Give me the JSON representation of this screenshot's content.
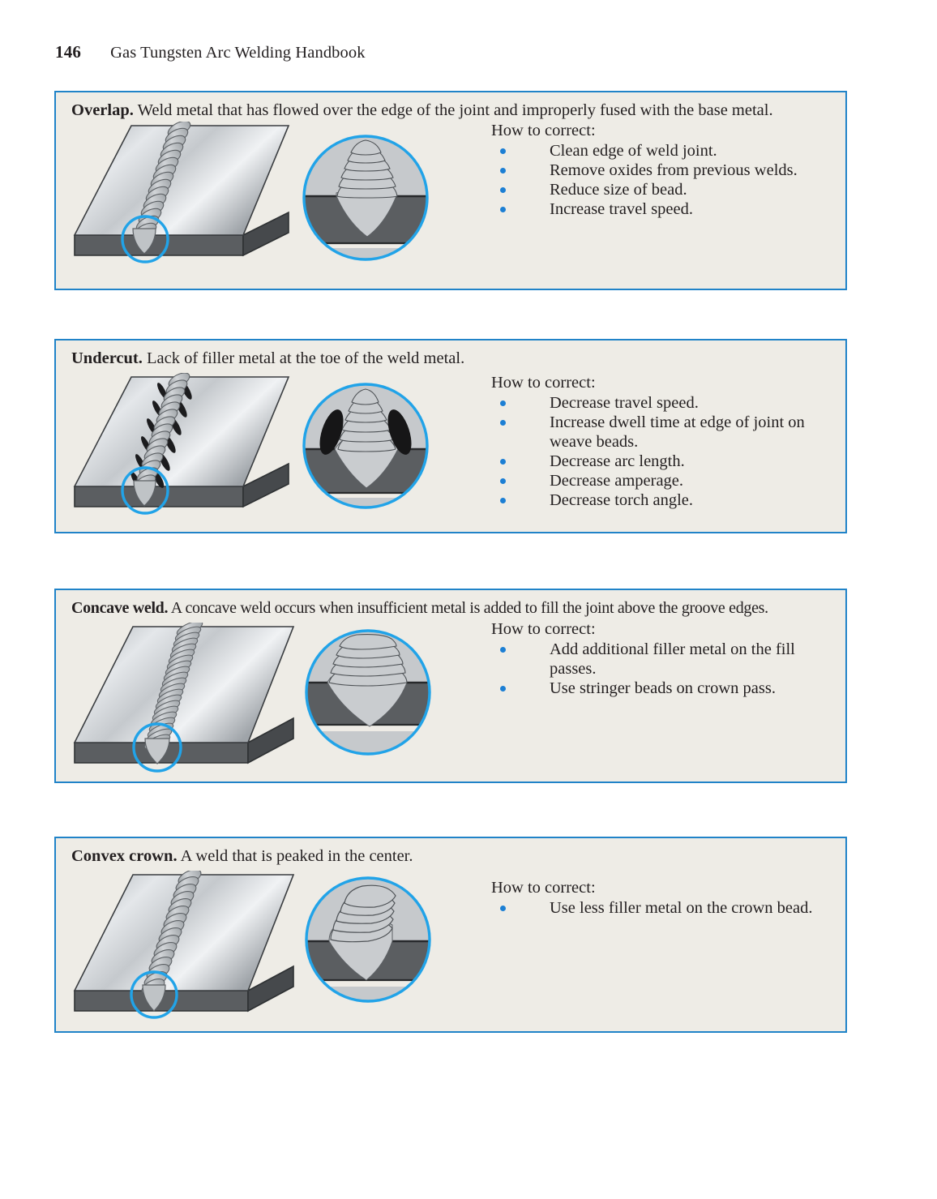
{
  "page": {
    "folio": "146",
    "book_title": "Gas Tungsten Arc Welding Handbook",
    "panel_border_color": "#2083c8",
    "panel_background_color": "#eeece6",
    "bullet_color": "#1c7fd4",
    "page_background_color": "#ffffff"
  },
  "panels": [
    {
      "term": "Overlap.",
      "description": "Weld metal that has flowed over the edge of the joint and improperly fused with the base metal.",
      "correct_title": "How to correct:",
      "fixes": [
        "Clean edge of weld joint.",
        "Remove oxides from previous welds.",
        "Reduce size of bead.",
        "Increase travel speed."
      ],
      "plate_illustration": "welded-plate-overlap",
      "detail_illustration": "weld-cross-section-overlap"
    },
    {
      "term": "Undercut.",
      "description": "Lack of filler metal at the toe of the weld metal.",
      "correct_title": "How to correct:",
      "fixes": [
        "Decrease travel speed.",
        "Increase dwell time at edge of joint on weave beads.",
        "Decrease arc length.",
        "Decrease amperage.",
        "Decrease torch angle."
      ],
      "plate_illustration": "welded-plate-undercut",
      "detail_illustration": "weld-cross-section-undercut"
    },
    {
      "term": "Concave weld.",
      "description": "A concave weld occurs when insufficient metal is added to fill the joint above the groove edges.",
      "correct_title": "How to correct:",
      "fixes": [
        "Add additional filler metal on the fill passes.",
        "Use stringer beads on crown pass."
      ],
      "plate_illustration": "welded-plate-concave",
      "detail_illustration": "weld-cross-section-concave"
    },
    {
      "term": "Convex crown.",
      "description": "A weld that is peaked in the center.",
      "correct_title": "How to correct:",
      "fixes": [
        "Use less filler metal on the crown bead."
      ],
      "plate_illustration": "welded-plate-convex",
      "detail_illustration": "weld-cross-section-convex"
    }
  ]
}
